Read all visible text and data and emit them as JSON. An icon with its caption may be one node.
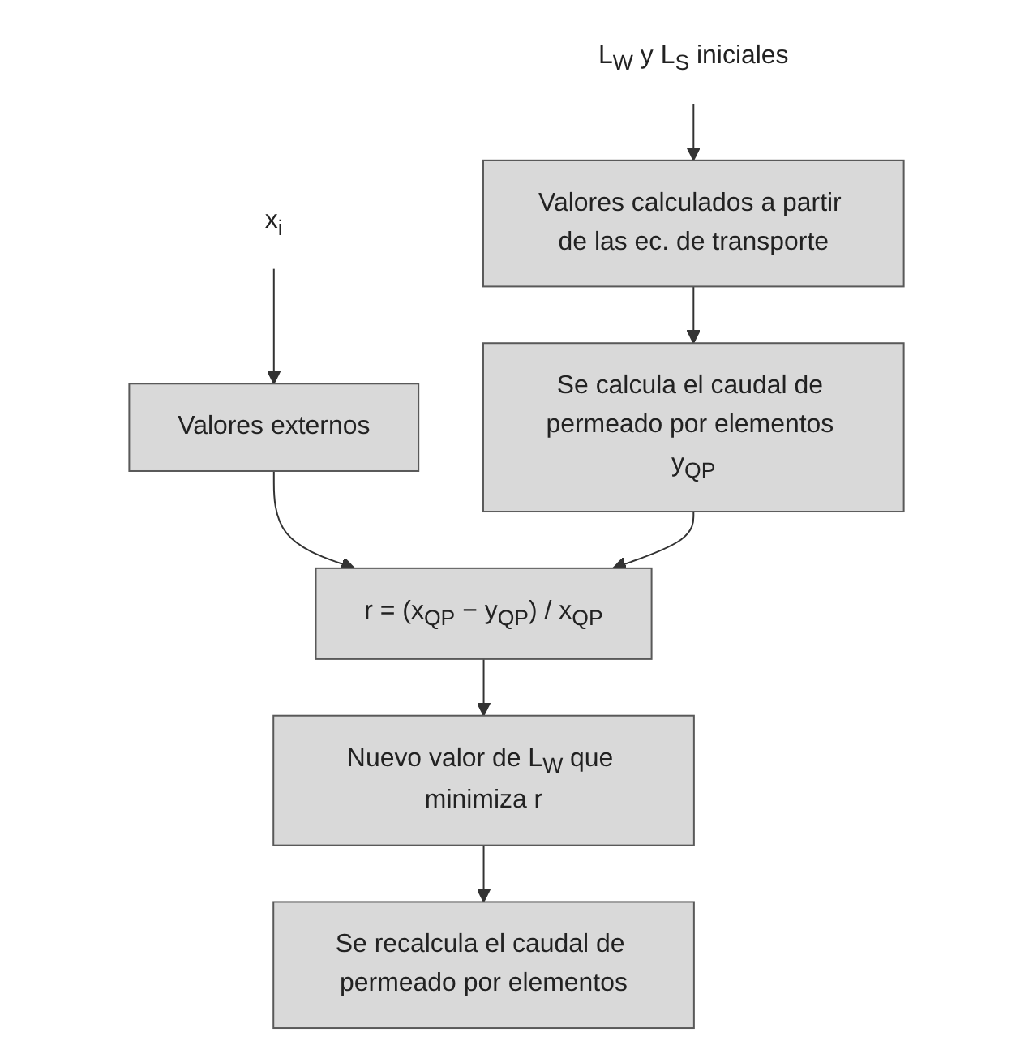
{
  "diagram": {
    "nodes": [
      {
        "text": [
          "x$_{i}$"
        ]
      },
      {
        "text": [
          "L$_{W}$ y L$_{S}$ iniciales"
        ]
      },
      {
        "text": [
          "Valores externos"
        ]
      },
      {
        "text": [
          "Valores calculados a partir de las ec. de transporte"
        ]
      },
      {
        "text": [
          "Se calcula el caudal de permeado por elementos y$_{QP}$"
        ]
      },
      {
        "text": [
          "r = (x$_{QP}$ − y$_{QP}$) / x$_{QP}$"
        ]
      },
      {
        "text": [
          "Nuevo valor de L$_{W}$ que minimiza r"
        ]
      },
      {
        "text": [
          "Se recalcula el caudal de permeado por elementos"
        ]
      }
    ],
    "edges": [
      {
        "from": 0,
        "to": 2,
        "arrow": "to"
      },
      {
        "from": 1,
        "to": 3,
        "arrow": "to"
      },
      {
        "from": 3,
        "to": 4,
        "arrow": "to"
      },
      {
        "from": 2,
        "to": 5,
        "arrow": "to"
      },
      {
        "from": 4,
        "to": 5,
        "arrow": "to"
      },
      {
        "from": 5,
        "to": 6,
        "arrow": "to"
      },
      {
        "from": 6,
        "to": 7,
        "arrow": "to"
      }
    ]
  }
}
